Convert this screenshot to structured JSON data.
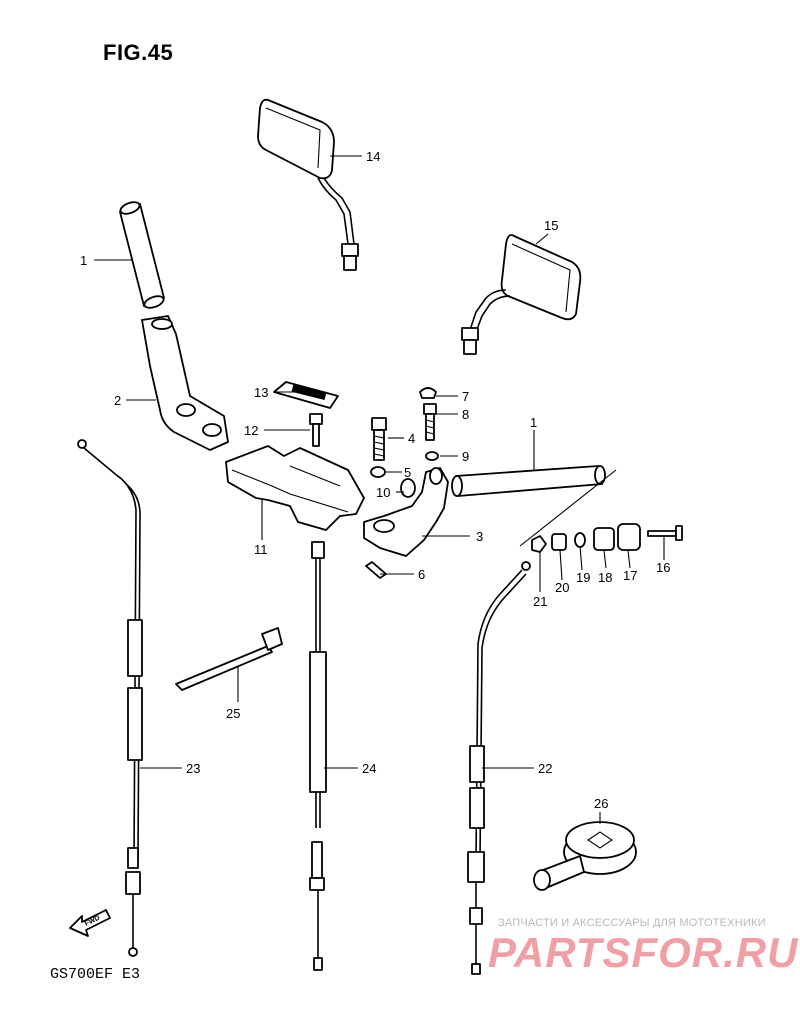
{
  "figure": {
    "title": "FIG.45",
    "model": "GS700EF  E3"
  },
  "watermark": {
    "subtitle": "ЗАПЧАСТИ И АКСЕССУАРЫ ДЛЯ МОТОТЕХНИКИ",
    "logo": "PARTSFOR.RU"
  },
  "fwd_arrow": {
    "text": "FWD"
  },
  "callouts": {
    "n1a": "1",
    "n1b": "1",
    "n2": "2",
    "n3": "3",
    "n4": "4",
    "n5": "5",
    "n6": "6",
    "n7": "7",
    "n8": "8",
    "n9": "9",
    "n10": "10",
    "n11": "11",
    "n12": "12",
    "n13": "13",
    "n14": "14",
    "n15": "15",
    "n16": "16",
    "n17": "17",
    "n18": "18",
    "n19": "19",
    "n20": "20",
    "n21": "21",
    "n22": "22",
    "n23": "23",
    "n24": "24",
    "n25": "25",
    "n26": "26"
  }
}
